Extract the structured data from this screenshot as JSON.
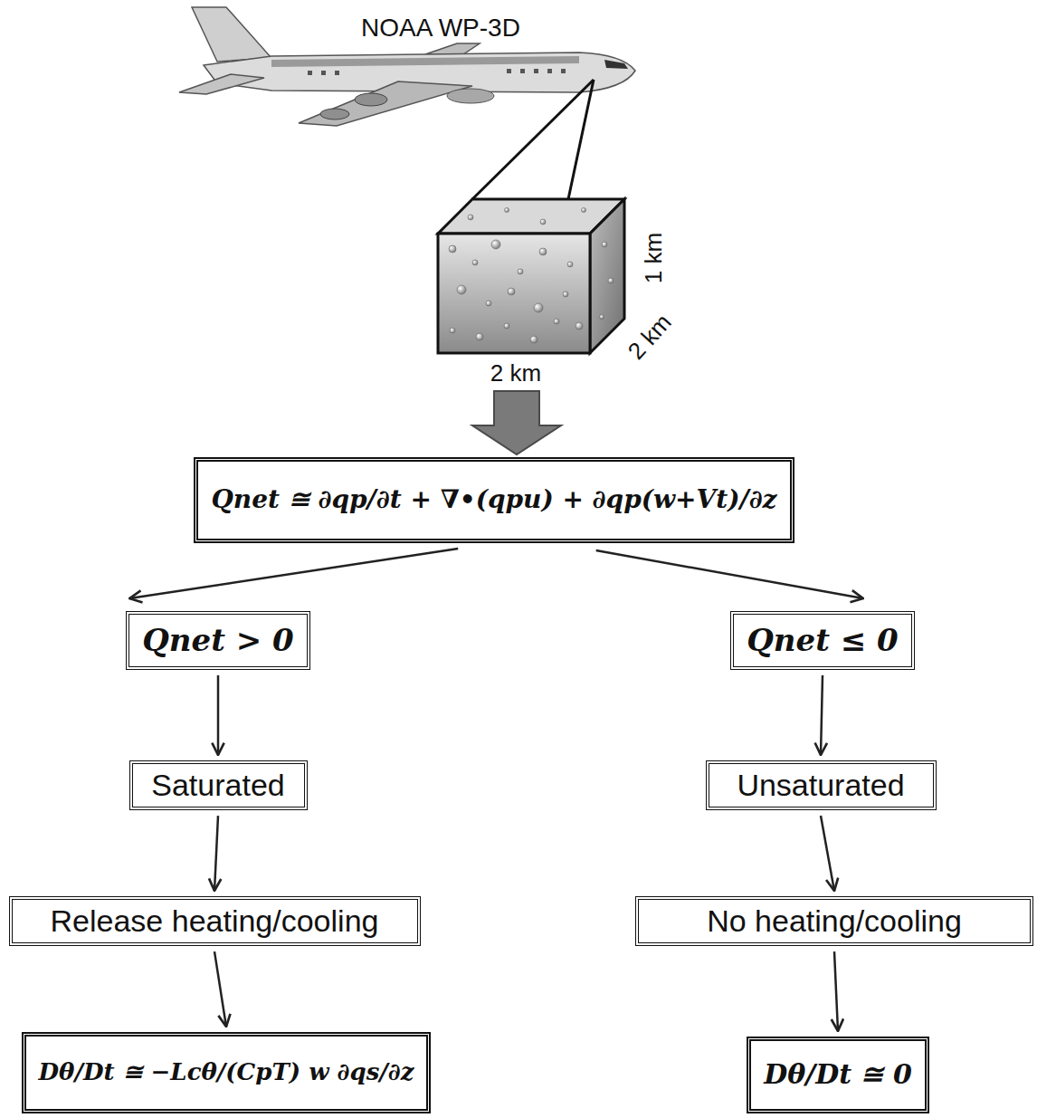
{
  "diagram": {
    "nodes": [
      {
        "text": [
          "Qnet ≅ ∂qp/∂t + ∇•(qpu) + ∂qp(w+Vt)/∂z"
        ]
      },
      {
        "text": [
          "Qnet > 0"
        ]
      },
      {
        "text": [
          "Saturated"
        ]
      },
      {
        "text": [
          "Release heating/cooling"
        ]
      },
      {
        "text": [
          "Dθ/Dt ≅ −Lcθ/(CpT) w ∂qs/∂z"
        ]
      },
      {
        "text": [
          "Qnet ≤ 0"
        ]
      },
      {
        "text": [
          "Unsaturated"
        ]
      },
      {
        "text": [
          "No heating/cooling"
        ]
      },
      {
        "text": [
          "Dθ/Dt ≅ 0"
        ]
      }
    ],
    "edges": [
      {
        "from": 0,
        "to": 1,
        "arrow": "to"
      },
      {
        "from": 0,
        "to": 5,
        "arrow": "to"
      },
      {
        "from": 1,
        "to": 2,
        "arrow": "to"
      },
      {
        "from": 2,
        "to": 3,
        "arrow": "to"
      },
      {
        "from": 3,
        "to": 4,
        "arrow": "to"
      },
      {
        "from": 5,
        "to": 6,
        "arrow": "to"
      },
      {
        "from": 6,
        "to": 7,
        "arrow": "to"
      },
      {
        "from": 7,
        "to": 8,
        "arrow": "to"
      }
    ],
    "labels": [
      "NOAA WP-3D",
      "1 km",
      "2 km",
      "2 km"
    ]
  }
}
